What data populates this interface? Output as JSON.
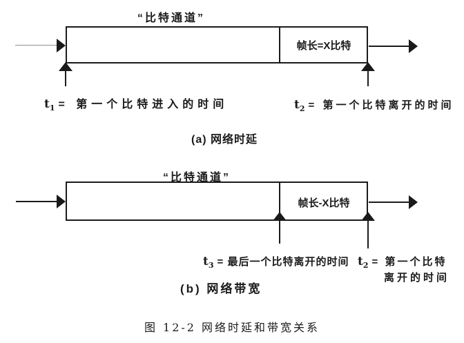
{
  "colors": {
    "ink": "#1a1a1a",
    "paper": "#ffffff"
  },
  "diagram_a": {
    "title": "“比特通道”",
    "frame_label": "帧长=X比特",
    "t1": {
      "sym": "t",
      "sub": "1",
      "text": "= 第一个比特进入的时间"
    },
    "t2": {
      "sym": "t",
      "sub": "2",
      "text": "= 第一个比特离开的时间"
    },
    "caption": "(a) 网络时延"
  },
  "diagram_b": {
    "title": "“比特通道”",
    "frame_label": "帧长-X比特",
    "t3": {
      "sym": "t",
      "sub": "3",
      "text": "= 最后一个比特离开的时间"
    },
    "t2": {
      "sym": "t",
      "sub": "2",
      "text_line1": "= 第一个比特",
      "text_line2": "离开的时间"
    },
    "caption": "(b) 网络带宽"
  },
  "figure": {
    "caption": "图 12-2   网络时延和带宽关系"
  }
}
